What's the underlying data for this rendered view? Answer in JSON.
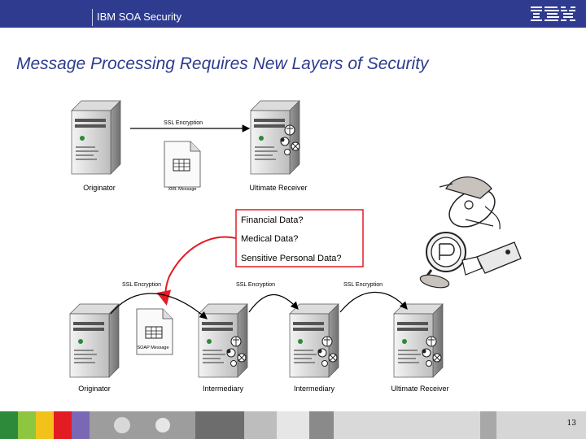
{
  "header": {
    "title": "IBM SOA Security",
    "logo_text": "IBM",
    "bar_color": "#2e3b8f"
  },
  "slide": {
    "title": "Message Processing Requires New Layers of Security",
    "page_number": "13"
  },
  "top_flow": {
    "link_label": "SSL Encryption",
    "document_label": "XML Message",
    "nodes": [
      "Originator",
      "Ultimate Receiver"
    ]
  },
  "question_box": {
    "items": [
      "Financial Data?",
      "Medical Data?",
      "Sensitive Personal Data?"
    ],
    "border_color": "#e31b23"
  },
  "bottom_flow": {
    "link_labels": [
      "SSL Encryption",
      "SSL Encryption",
      "SSL Encryption"
    ],
    "document_label": "SOAP Message",
    "nodes": [
      "Originator",
      "Intermediary",
      "Intermediary",
      "Ultimate Receiver"
    ]
  },
  "icons": {
    "server": "server-icon",
    "document": "xml-document-icon",
    "spy": "hacker-with-magnifier-icon",
    "threat": "bug-icon"
  },
  "colors": {
    "accent_red": "#e31b23",
    "title_blue": "#2e3b8f"
  }
}
